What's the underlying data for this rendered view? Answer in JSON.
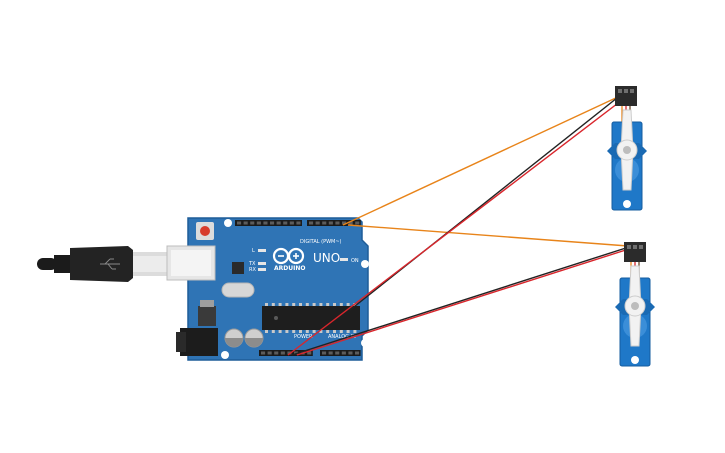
{
  "board": {
    "brand": "ARDUINO",
    "model": "UNO",
    "on_label": "ON",
    "digital_header_label": "DIGITAL (PWM~)",
    "power_header_label": "POWER",
    "analog_header_label": "ANALOG IN",
    "tx_label": "TX",
    "rx_label": "RX",
    "l_label": "L",
    "colors": {
      "pcb": "#2f74b5",
      "pcb_edge": "#1f5d98"
    }
  },
  "wires": {
    "colors": {
      "signal": "#e8841a",
      "ground": "#222222",
      "power": "#d9262c"
    }
  },
  "servos": {
    "count_label": "",
    "colors": {
      "body": "#1f78c8",
      "connector": "#2b2b2b"
    }
  }
}
